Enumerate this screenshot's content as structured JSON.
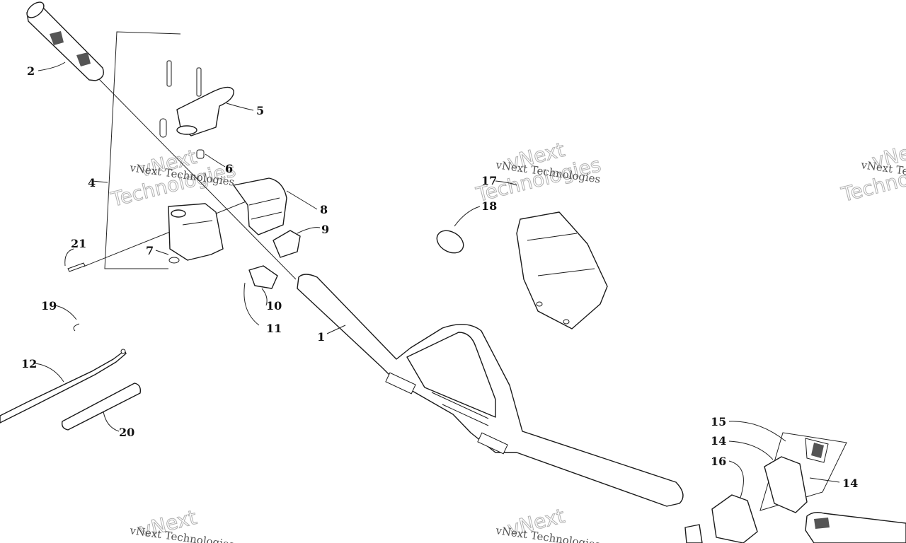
{
  "diagram": {
    "callouts": [
      "2",
      "5",
      "4",
      "6",
      "8",
      "9",
      "21",
      "7",
      "10",
      "11",
      "1",
      "17",
      "18",
      "19",
      "12",
      "20",
      "15",
      "14",
      "16",
      "14"
    ],
    "watermark": {
      "line1": "vNext Technologies",
      "line2": "vNext",
      "line3": "Technologies"
    }
  }
}
